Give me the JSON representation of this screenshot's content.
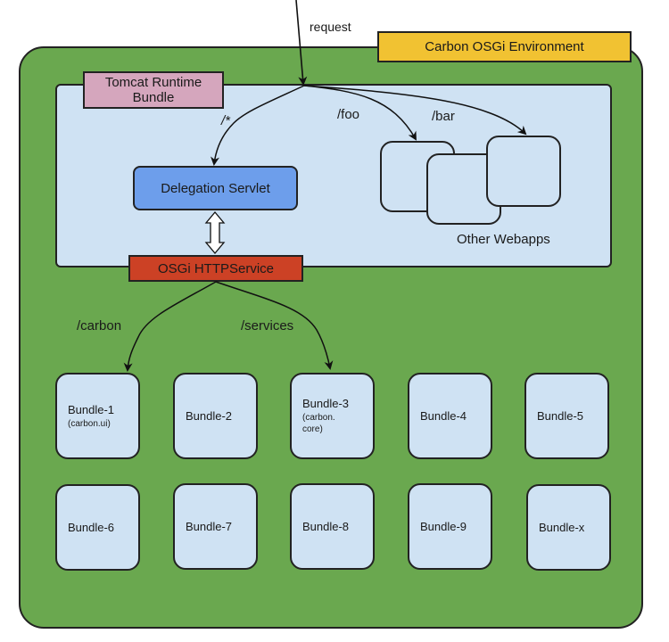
{
  "title": "Carbon OSGi Environment",
  "request_label": "request",
  "tomcat_bundle": "Tomcat Runtime Bundle",
  "tomcat_lines": [
    "Tomcat Runtime",
    "Bundle"
  ],
  "delegation_servlet": "Delegation Servlet",
  "osgi_http_service": "OSGi HTTPService",
  "other_webapps": "Other Webapps",
  "routes": {
    "wildcard": "/*",
    "foo": "/foo",
    "bar": "/bar",
    "carbon": "/carbon",
    "services": "/services"
  },
  "bundles": [
    {
      "name": "Bundle-1",
      "sub": "(carbon.ui)"
    },
    {
      "name": "Bundle-2",
      "sub": ""
    },
    {
      "name": "Bundle-3",
      "sub": "(carbon. core)"
    },
    {
      "name": "Bundle-4",
      "sub": ""
    },
    {
      "name": "Bundle-5",
      "sub": ""
    },
    {
      "name": "Bundle-6",
      "sub": ""
    },
    {
      "name": "Bundle-7",
      "sub": ""
    },
    {
      "name": "Bundle-8",
      "sub": ""
    },
    {
      "name": "Bundle-9",
      "sub": ""
    },
    {
      "name": "Bundle-x",
      "sub": ""
    }
  ],
  "colors": {
    "environment_green": "#6aa84f",
    "tomcat_panel_blue": "#cfe2f3",
    "env_label_yellow": "#f1c232",
    "tomcat_label_pink": "#d5a6bd",
    "servlet_blue": "#6d9eeb",
    "http_service_red": "#cc4125"
  }
}
